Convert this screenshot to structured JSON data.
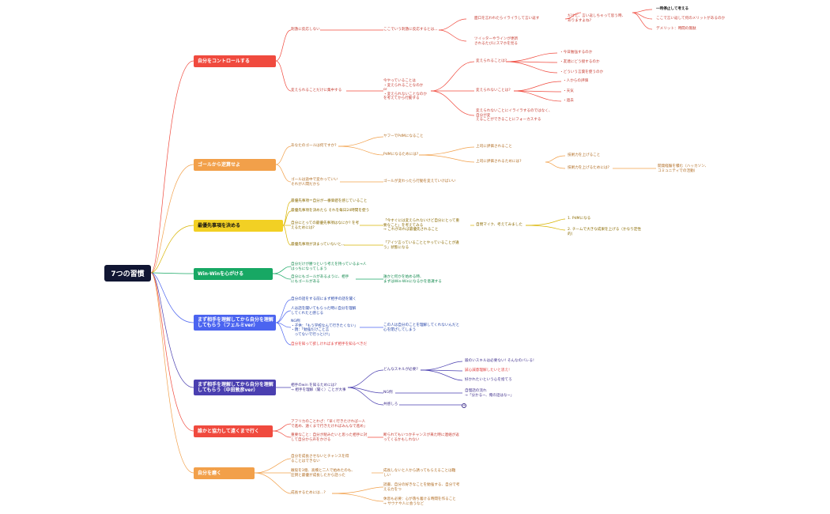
{
  "root": "7つの習慣",
  "colors": {
    "red": "#f04a3e",
    "orange": "#f2a04a",
    "yellow": "#f2d024",
    "green": "#17a864",
    "blue": "#4b64f0",
    "purple": "#4a3fb0"
  },
  "b1": {
    "label": "自分をコントロールする",
    "n1": "刺激に反応しない",
    "n1a": "ここでいう刺激に反応するとは、、",
    "n1a1": "面口を言われたらイライラして言い返す",
    "n1a1a": "だけど、言い返しちゃって思う時、\nありますよね?",
    "n1a1a1": "一時停止して考える",
    "n1a1a2": "ここで言い返して何のメリットがあるのか",
    "n1a1a3": "デメリット：時間の無駄",
    "n1a2": "ツイッターやラインが更新\nされるたびにスマホを見る",
    "n2": "変えられることだけに集中する",
    "n2a": "今やっていることは\n・変えられることなのか\nor\n・変えられないことなのか\nを考えてから行動する",
    "n2a1": "変えられることは?",
    "n2a1a": "・今日勉強するのか",
    "n2a1b": "・友達にどう接するのか",
    "n2a1c": "・どういう言葉を使うのか",
    "n2a2": "変えられないことは?",
    "n2a2a": "・人からの評価",
    "n2a2b": "・天気",
    "n2a2c": "・過去",
    "n2a3": "変えられないことにイライラするのではなく、\n自分が変\nえることができることにフォーカスする"
  },
  "b2": {
    "label": "ゴールから逆算せよ",
    "n1": "あなたのゴールは何ですか?",
    "n1a": "ヤフーでPdMになること",
    "n1b": "PdMになるためには?",
    "n1b1": "上司に評価されること",
    "n1b2": "上司に評価されるためには?",
    "n1b2a": "技術力を上げること",
    "n1b2b": "技術力を上げるためには?",
    "n1b2b1": "開発経験を積む（ハッカソン、\nコミュニティでの活動）",
    "n2": "ゴールは途中で変わっていい\nそれが人間だから",
    "n2a": "ゴールが変わったら行動を変えていけばいい"
  },
  "b3": {
    "label": "最優先事項を決める",
    "n1": "最優先事項＝自分が一番価値を感じていること",
    "n2": "最優先事項を決めたら それを毎日24時間を使う",
    "n3": "自分にとっての最優先事項はなにか? を考\nえるためには?",
    "n3a": "「今すぐには変えられないけど自分にとって重\n要なこと」を考えてみる\n→ これがあれば最優先されること",
    "n3a1": "自問マイク、考えてみました",
    "n3a1a": "1. PdMになる",
    "n3a1b": "2. チームで大きな成果を上げる（かなり定性\n的）",
    "n4": "最優先事項が決まっていないと、、",
    "n4a": "「アイツ言っていることとやっていることが違\nう」状態になる"
  },
  "b4": {
    "label": "Win-Winを心がける",
    "n1": "自分だけが勝つという考えを持っているよ→人\nはっちになってしまう",
    "n2": "自分にもゴールがあるように、相手\nにもゴールがある",
    "n2a": "誰かと何かを始める時、\nまずはWin-Winになるかを意識する"
  },
  "b5": {
    "label": "まず相手を理解してから自分を理解\nしてもらう（フェルミver）",
    "n1": "自分の話をする前にまず相手の話を聞く",
    "n2": "人は話を聞いてもらった時に自分を理解\nしてくれたと感じる",
    "n3": "NG例\n・子供：「もう学校なんて行きたくない」\n・親：「勉強だけこと言\n　ってないで行っとけ!」",
    "n3a": "この人は自分のことを理解してくれないんだと\n心を閉ざしてしまう",
    "n4": "自分を知って欲しければまず相手を知るべきだ"
  },
  "b6": {
    "label": "まず相手を理解してから自分を理解\nしてもらう（中田敦彦ver）",
    "n1": "相手のwin を知るためには?\n→ 相手を理解（聞く）ことが大事",
    "n1a": "どんなスキルが必要?",
    "n1a1": "鍛のいスキルは必要ない! そんなのバレる!",
    "n1a2": "誠心誠意理解したいと思え!",
    "n1a3": "好かれたいという心を捨てろ",
    "n1b": "NG例",
    "n1b1": "自慢話の流れ\n→「分かる~、俺の話はな~」",
    "n1c": "共感しろ"
  },
  "b7": {
    "label": "誰かと協力して遠くまで行く",
    "n1": "アフリカのことわざ：「早く行きたければ一人\nで進め、遠くまで行きたければみんなで進め」",
    "n2": "重要なこと：自分が組みたいと思った相手に対\nして自分から声をかける",
    "n2a": "断られてもいつかチャンスが来た時に連絡が返\nってくるかもしれない"
  },
  "b8": {
    "label": "自分を磨く",
    "n1": "自分を成長させないとチャンスを得\nることはできない",
    "n2": "敵役を3億、高橋と二人で始めたのも、\n圧倒と最優が成長したから話った",
    "n2a": "成長しないと人から誘ってもらえることは難\nしい",
    "n3": "成長するためには…?",
    "n3a": "読書、自分の好きなことを勉強する、自分で考\nえる力をつ",
    "n3b": "休息も必要：心が落ち着ける時間を作ること\n→ サウナや人に会うなど"
  }
}
